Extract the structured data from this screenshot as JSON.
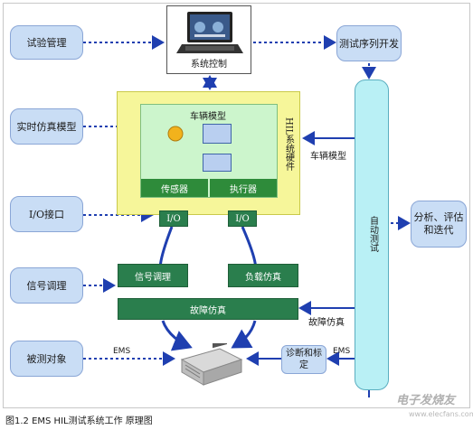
{
  "left_boxes": {
    "test_mgmt": "试验管理",
    "realtime_model": "实时仿真模型",
    "io_interface": "I/O接口",
    "signal_cond": "信号调理",
    "dut": "被测对象"
  },
  "system_control": "系统控制",
  "hil_hardware": "HIL系统硬件",
  "vehicle_model_inner": "车辆模型",
  "sensor": "传感器",
  "actuator": "执行器",
  "io_left": "I/O",
  "io_right": "I/O",
  "signal_cond_block": "信号调理",
  "load_sim": "负载仿真",
  "fault_sim": "故障仿真",
  "test_seq_dev": "测试序列开发",
  "auto_test": "自动测试",
  "analysis": "分析、评估和迭代",
  "vehicle_model_label": "车辆模型",
  "fault_sim_label": "故障仿真",
  "diag_calib": "诊断和标定",
  "ems_left": "EMS",
  "ems_right": "EMS",
  "caption": "图1.2 EMS HIL测试系统工作 原理图",
  "watermark": "电子发烧友",
  "watermark_sub": "www.elecfans.com"
}
